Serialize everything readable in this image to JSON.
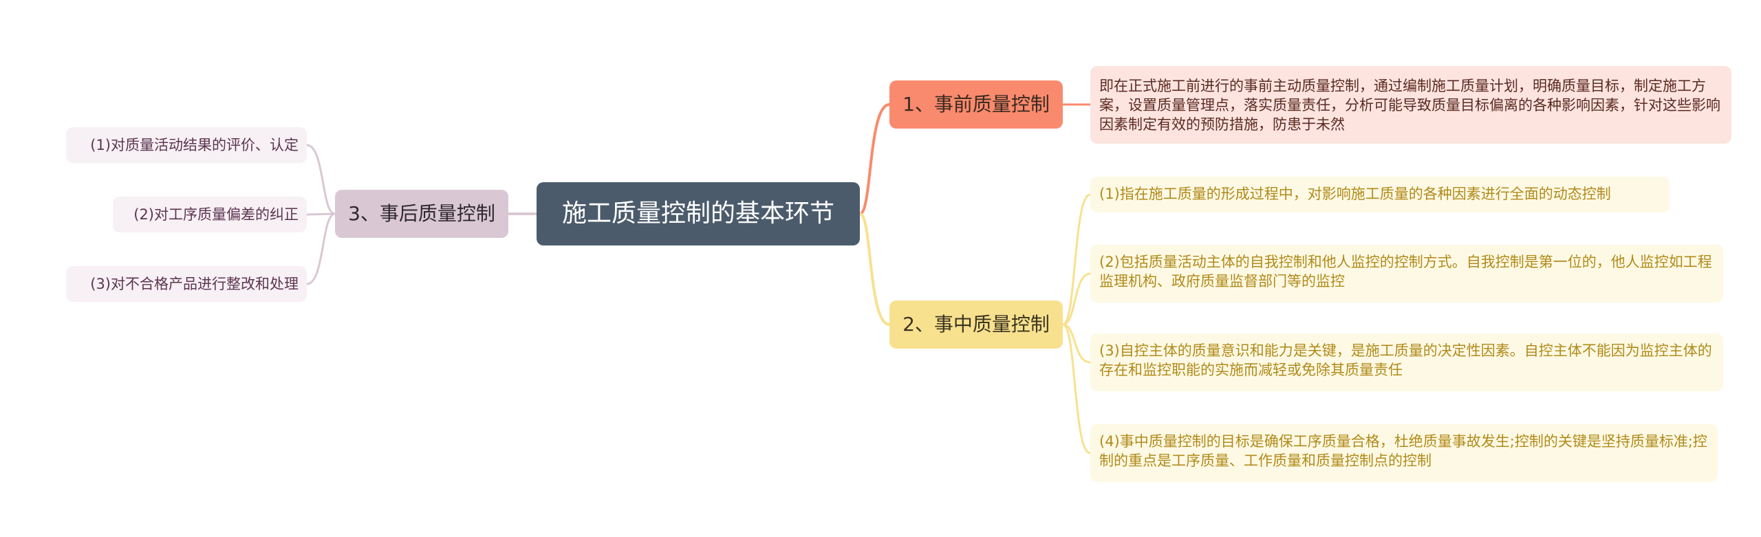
{
  "root": {
    "label": "施工质量控制的基本环节"
  },
  "branches": [
    {
      "label": "1、事前质量控制",
      "color": "#f98a6d",
      "details": [
        "即在正式施工前进行的事前主动质量控制，通过编制施工质量计划，明确质量目标，制定施工方案，设置质量管理点，落实质量责任，分析可能导致质量目标偏离的各种影响因素，针对这些影响因素制定有效的预防措施，防患于未然"
      ]
    },
    {
      "label": "2、事中质量控制",
      "color": "#f8e18e",
      "details": [
        "(1)指在施工质量的形成过程中，对影响施工质量的各种因素进行全面的动态控制",
        "(2)包括质量活动主体的自我控制和他人监控的控制方式。自我控制是第一位的，他人监控如工程监理机构、政府质量监督部门等的监控",
        "(3)自控主体的质量意识和能力是关键，是施工质量的决定性因素。自控主体不能因为监控主体的存在和监控职能的实施而减轻或免除其质量责任",
        "(4)事中质量控制的目标是确保工序质量合格，杜绝质量事故发生;控制的关键是坚持质量标准;控制的重点是工序质量、工作质量和质量控制点的控制"
      ]
    },
    {
      "label": "3、事后质量控制",
      "color": "#d9c8d3",
      "details": [
        "(1)对质量活动结果的评价、认定",
        "(2)对工序质量偏差的纠正",
        "(3)对不合格产品进行整改和处理"
      ]
    }
  ]
}
